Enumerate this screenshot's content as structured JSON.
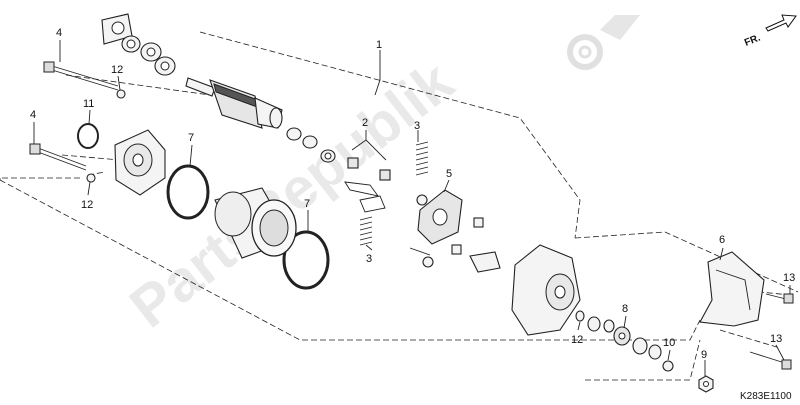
{
  "diagram": {
    "direction_label": "FR.",
    "drawing_code": "K283E1100",
    "watermark": "PartsRepublik",
    "callouts": {
      "c1": "1",
      "c2": "2",
      "c3a": "3",
      "c3b": "3",
      "c4a": "4",
      "c4b": "4",
      "c5": "5",
      "c6": "6",
      "c7a": "7",
      "c7b": "7",
      "c8": "8",
      "c9": "9",
      "c10": "10",
      "c11": "11",
      "c12a": "12",
      "c12b": "12",
      "c12c": "12",
      "c13a": "13",
      "c13b": "13"
    }
  }
}
